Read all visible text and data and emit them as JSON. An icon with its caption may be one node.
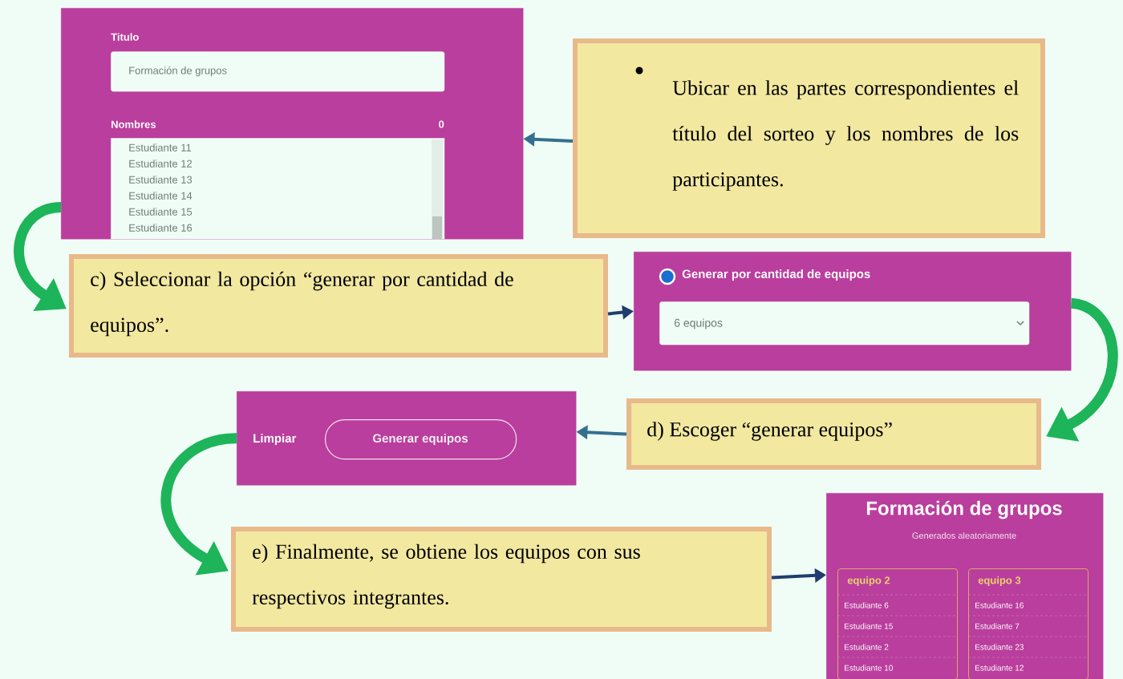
{
  "diagram": {
    "nodes": [
      {
        "text": [
          "Titulo",
          "Nombres",
          "0"
        ]
      },
      {
        "text": [
          "Formación de grupos"
        ],
        "in": 0
      },
      {
        "text": [
          "Estudiante 11",
          "Estudiante 12",
          "Estudiante 13",
          "Estudiante 14",
          "Estudiante 15",
          "Estudiante 16"
        ],
        "in": 0
      },
      {
        "text": [
          "Ubicar en las partes correspondientes el título del sorteo y los nombres de los participantes."
        ]
      },
      {
        "text": [
          "c) Seleccionar la opción “generar por cantidad de equipos”."
        ]
      },
      {
        "text": [
          "Generar por cantidad de equipos"
        ]
      },
      {
        "text": [
          "6 equipos"
        ],
        "in": 5
      },
      {
        "text": [
          "d) Escoger “generar equipos”"
        ]
      },
      {
        "text": [
          "Limpiar"
        ]
      },
      {
        "text": [
          "Generar equipos"
        ],
        "in": 8
      },
      {
        "text": [
          "e) Finalmente, se obtiene los equipos con sus respectivos integrantes."
        ]
      },
      {
        "text": [
          "Formación de grupos",
          "Generados aleatoriamente"
        ]
      },
      {
        "text": [
          "equipo 2",
          "Estudiante 6",
          "Estudiante 15",
          "Estudiante 2",
          "Estudiante 10"
        ],
        "in": 11
      },
      {
        "text": [
          "equipo 3",
          "Estudiante 16",
          "Estudiante 7",
          "Estudiante 23",
          "Estudiante 12"
        ],
        "in": 11
      }
    ],
    "edges": [
      {
        "from": 3,
        "to": 0,
        "arrow": "to",
        "color": "#34708f"
      },
      {
        "from": 0,
        "to": 4,
        "arrow": "to",
        "style": "thick",
        "color": "#1db45a"
      },
      {
        "from": 4,
        "to": 5,
        "arrow": "to",
        "color": "#1f3d6e"
      },
      {
        "from": 5,
        "to": 7,
        "arrow": "to",
        "style": "thick",
        "color": "#1db45a"
      },
      {
        "from": 7,
        "to": 8,
        "arrow": "to",
        "color": "#34708f"
      },
      {
        "from": 8,
        "to": 10,
        "arrow": "to",
        "style": "thick",
        "color": "#1db45a"
      },
      {
        "from": 10,
        "to": 11,
        "arrow": "to",
        "color": "#1f3d6e"
      }
    ]
  }
}
